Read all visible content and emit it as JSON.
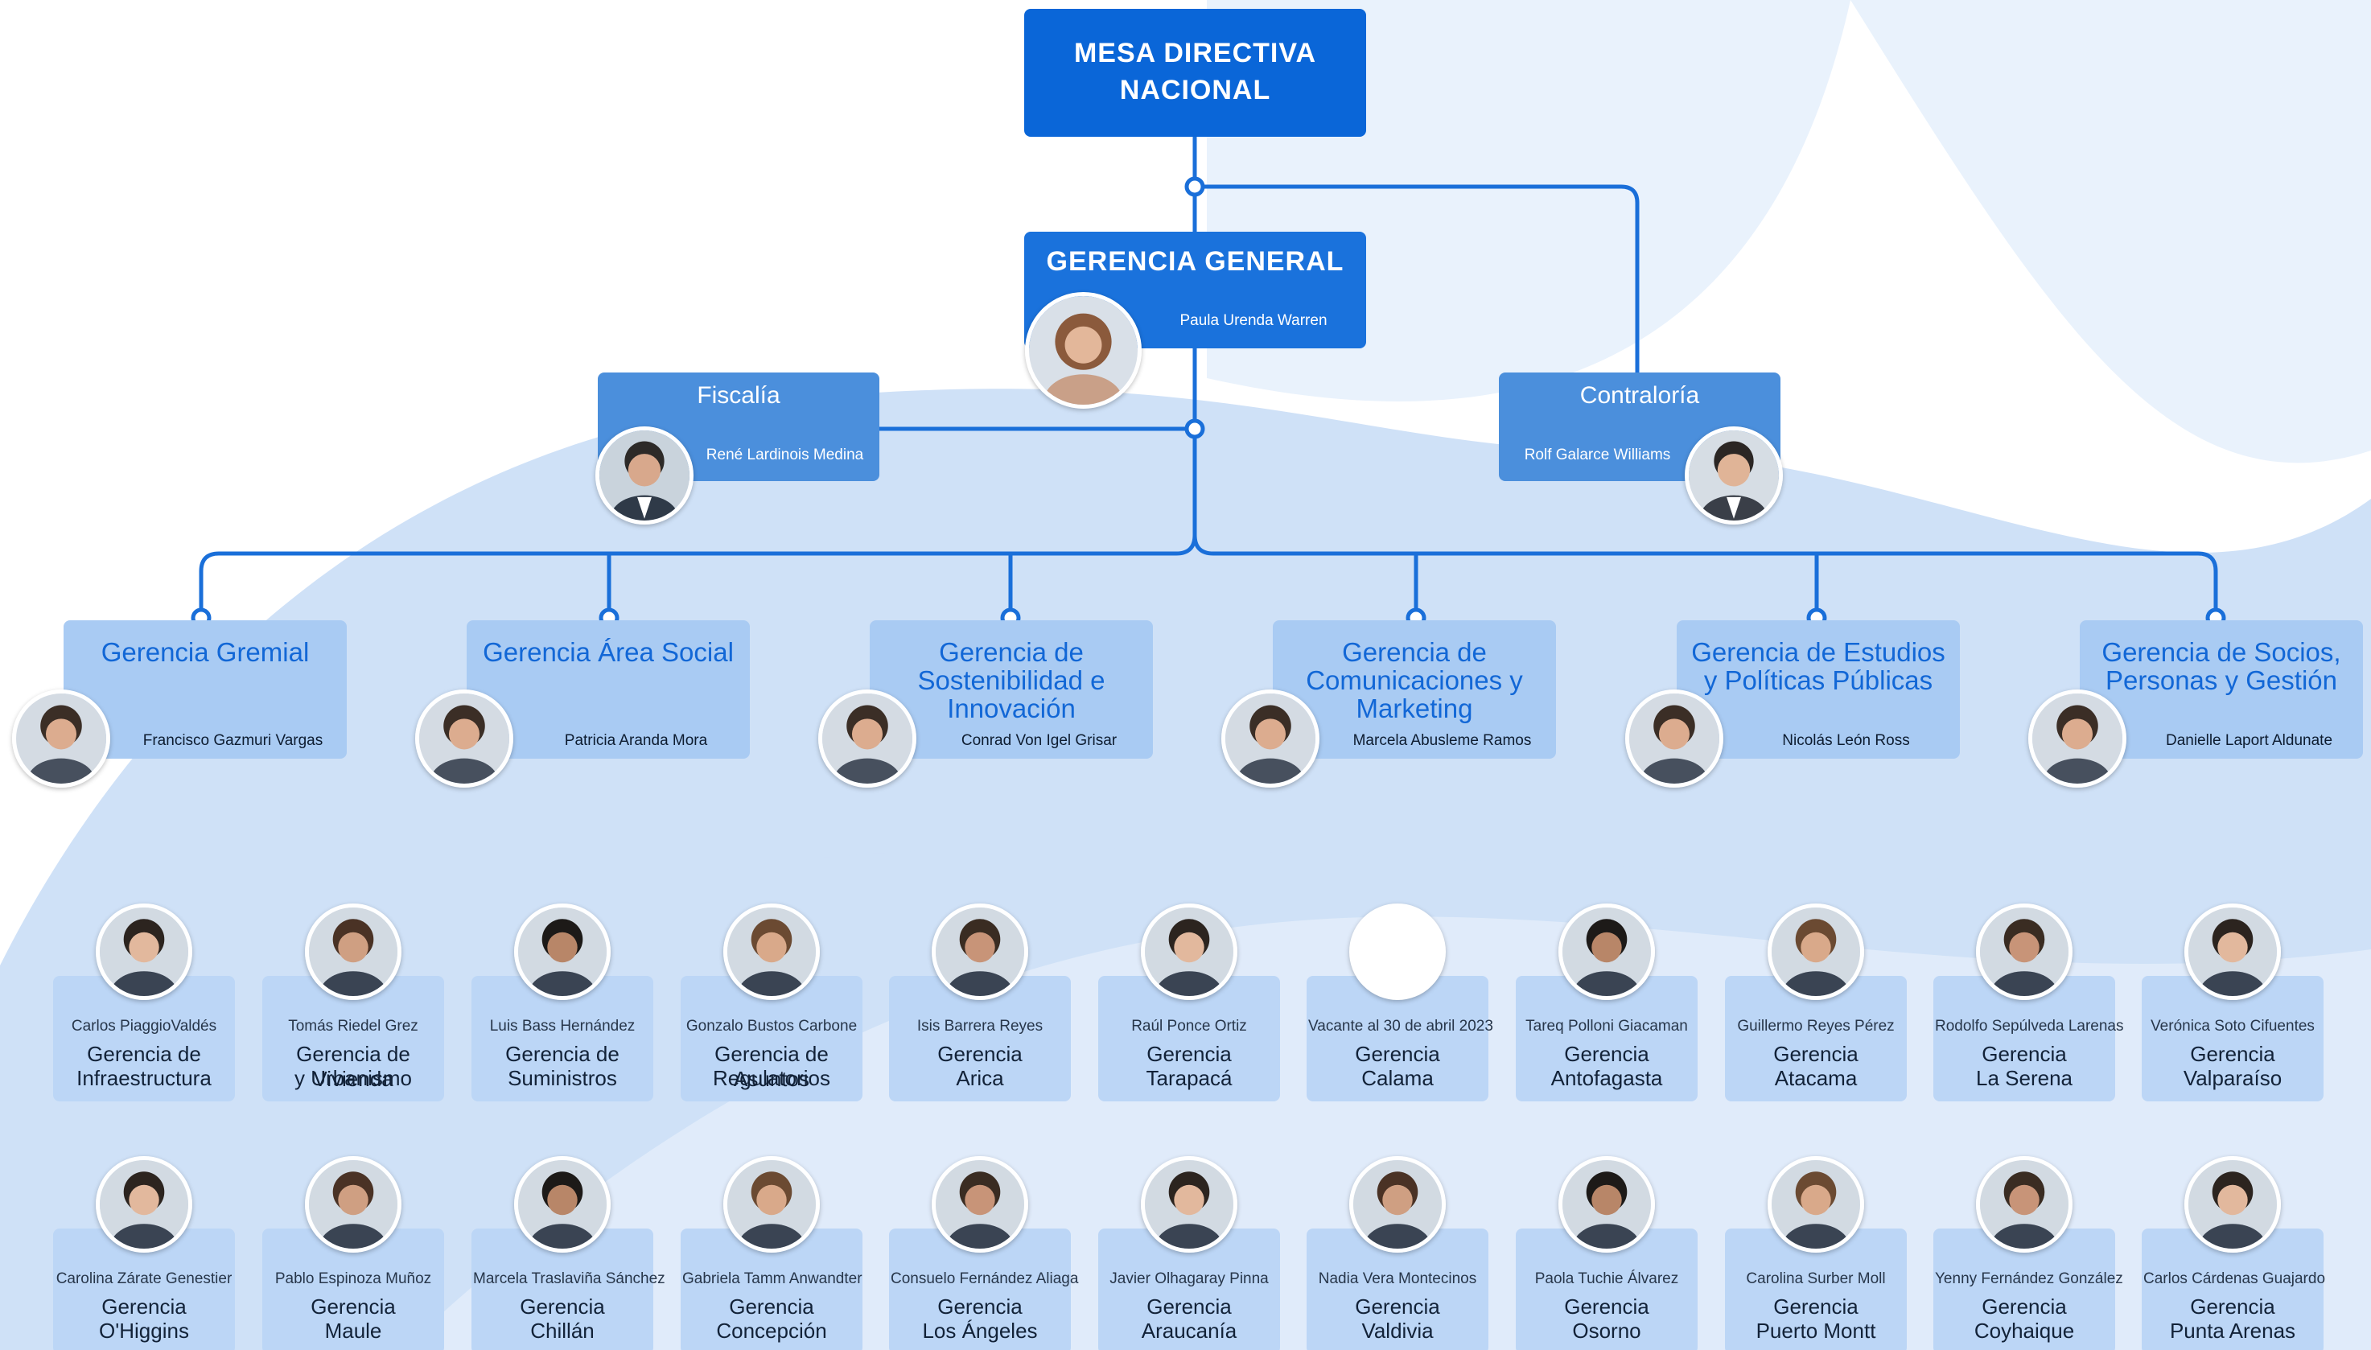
{
  "colors": {
    "accent": "#1a6fd9",
    "wave_light": "#e9f2fc",
    "wave_mid": "#cfe1f7",
    "dept_box": "#a9cbf3",
    "regional_box": "#bcd6f6"
  },
  "top": {
    "title_line1": "MESA DIRECTIVA",
    "title_line2": "NACIONAL"
  },
  "general": {
    "title": "GERENCIA GENERAL",
    "person": "Paula Urenda Warren"
  },
  "fiscalia": {
    "title": "Fiscalía",
    "person": "René Lardinois Medina"
  },
  "contraloria": {
    "title": "Contraloría",
    "person": "Rolf Galarce Williams"
  },
  "departments": [
    {
      "title": "Gerencia Gremial",
      "person": "Francisco Gazmuri Vargas"
    },
    {
      "title": "Gerencia Área Social",
      "person": "Patricia Aranda Mora"
    },
    {
      "title": "Gerencia de Sostenibilidad e Innovación",
      "person": "Conrad Von Igel Grisar"
    },
    {
      "title": "Gerencia de Comunicaciones y Marketing",
      "person": "Marcela Abusleme Ramos"
    },
    {
      "title": "Gerencia de Estudios y Políticas Públicas",
      "person": "Nicolás León Ross"
    },
    {
      "title": "Gerencia de Socios, Personas y Gestión",
      "person": "Danielle Laport Aldunate"
    }
  ],
  "managers_row1": [
    {
      "person": "Carlos PiaggioValdés",
      "line1": "Gerencia de",
      "line2": "Infraestructura"
    },
    {
      "person": "Tomás Riedel Grez",
      "line1": "Gerencia de Vivienda",
      "line2": "y Urbanismo"
    },
    {
      "person": "Luis Bass Hernández",
      "line1": "Gerencia de",
      "line2": "Suministros"
    },
    {
      "person": "Gonzalo Bustos Carbone",
      "line1": "Gerencia de Asuntos",
      "line2": "Regulatorios"
    },
    {
      "person": "Isis Barrera Reyes",
      "line1": "Gerencia",
      "line2": "Arica"
    },
    {
      "person": "Raúl Ponce Ortiz",
      "line1": "Gerencia",
      "line2": "Tarapacá"
    },
    {
      "person": "Vacante al 30 de abril 2023",
      "line1": "Gerencia",
      "line2": "Calama"
    },
    {
      "person": "Tareq Polloni Giacaman",
      "line1": "Gerencia",
      "line2": "Antofagasta"
    },
    {
      "person": "Guillermo Reyes Pérez",
      "line1": "Gerencia",
      "line2": "Atacama"
    },
    {
      "person": "Rodolfo Sepúlveda Larenas",
      "line1": "Gerencia",
      "line2": "La Serena"
    },
    {
      "person": "Verónica Soto Cifuentes",
      "line1": "Gerencia",
      "line2": "Valparaíso"
    }
  ],
  "managers_row2": [
    {
      "person": "Carolina Zárate Genestier",
      "line1": "Gerencia",
      "line2": "O'Higgins"
    },
    {
      "person": "Pablo Espinoza Muñoz",
      "line1": "Gerencia",
      "line2": "Maule"
    },
    {
      "person": "Marcela Traslaviña Sánchez",
      "line1": "Gerencia",
      "line2": "Chillán"
    },
    {
      "person": "Gabriela Tamm Anwandter",
      "line1": "Gerencia",
      "line2": "Concepción"
    },
    {
      "person": "Consuelo Fernández Aliaga",
      "line1": "Gerencia",
      "line2": "Los Ángeles"
    },
    {
      "person": "Javier Olhagaray Pinna",
      "line1": "Gerencia",
      "line2": "Araucanía"
    },
    {
      "person": "Nadia Vera Montecinos",
      "line1": "Gerencia",
      "line2": "Valdivia"
    },
    {
      "person": "Paola Tuchie Álvarez",
      "line1": "Gerencia",
      "line2": "Osorno"
    },
    {
      "person": "Carolina Surber Moll",
      "line1": "Gerencia",
      "line2": "Puerto Montt"
    },
    {
      "person": "Yenny Fernández González",
      "line1": "Gerencia",
      "line2": "Coyhaique"
    },
    {
      "person": "Carlos Cárdenas Guajardo",
      "line1": "Gerencia",
      "line2": "Punta Arenas"
    }
  ]
}
